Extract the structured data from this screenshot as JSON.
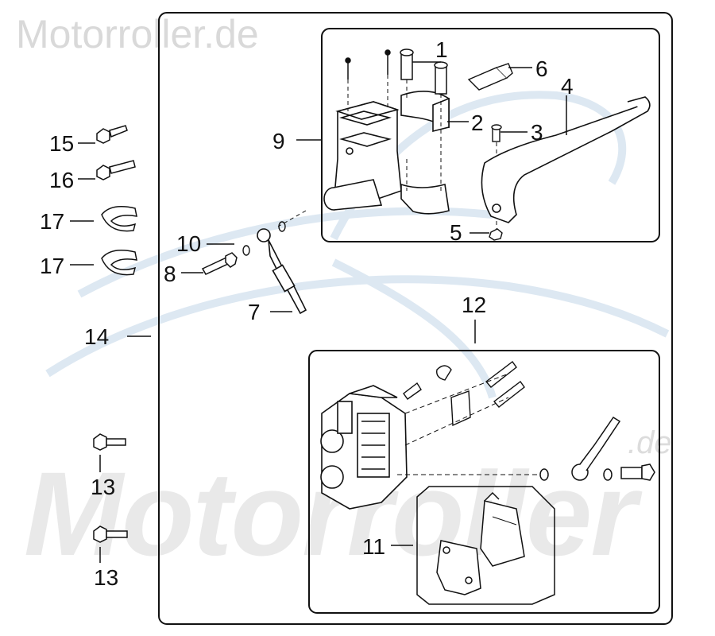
{
  "watermark": {
    "top_text": "Motorroller.de",
    "big_text": "Motorroller",
    "suffix": ".de"
  },
  "callouts": {
    "c1": "1",
    "c2": "2",
    "c3": "3",
    "c4": "4",
    "c5": "5",
    "c6": "6",
    "c7": "7",
    "c8": "8",
    "c9": "9",
    "c10": "10",
    "c11": "11",
    "c12": "12",
    "c13a": "13",
    "c13b": "13",
    "c14": "14",
    "c15": "15",
    "c16": "16",
    "c17a": "17",
    "c17b": "17"
  }
}
